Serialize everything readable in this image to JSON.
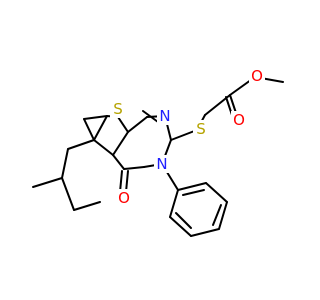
{
  "colors": {
    "background": "#ffffff",
    "bond": "#000000",
    "S": "#b5a300",
    "N": "#2020ff",
    "O": "#ff0000"
  },
  "atoms": [
    {
      "id": "S_ring",
      "element": "S",
      "label": "S"
    },
    {
      "id": "N_top",
      "element": "N",
      "label": "N"
    },
    {
      "id": "N3",
      "element": "N",
      "label": "N"
    },
    {
      "id": "S_link",
      "element": "S",
      "label": "S"
    },
    {
      "id": "O_carbonyl",
      "element": "O",
      "label": "O"
    },
    {
      "id": "O_ester_dbl",
      "element": "O",
      "label": "O"
    },
    {
      "id": "O_ester",
      "element": "O",
      "label": "O"
    }
  ]
}
